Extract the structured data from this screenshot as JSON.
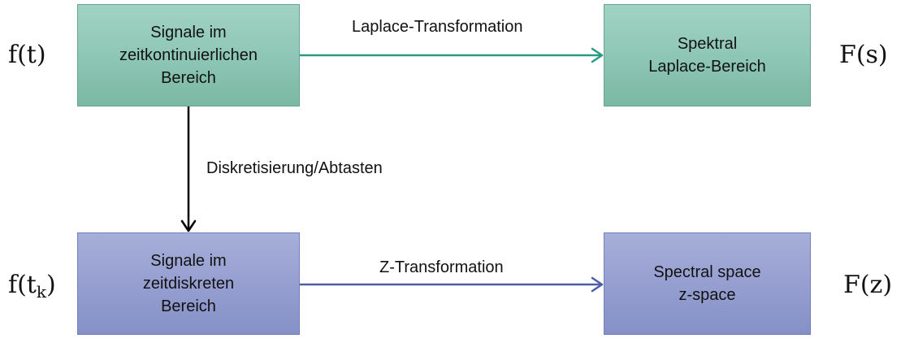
{
  "boxes": {
    "top_left": {
      "lines": [
        "Signale im",
        "zeitkontinuierlichen",
        "Bereich"
      ]
    },
    "top_right": {
      "lines": [
        "Spektral",
        "Laplace-Bereich"
      ]
    },
    "bottom_left": {
      "lines": [
        "Signale im",
        "zeitdiskreten",
        "Bereich"
      ]
    },
    "bottom_right": {
      "lines": [
        "Spectral space",
        "z-space"
      ]
    }
  },
  "edges": {
    "laplace": "Laplace-Transformation",
    "discretization": "Diskretisierung/Abtasten",
    "z": "Z-Transformation"
  },
  "math": {
    "f_t": "f(t)",
    "F_s": "F(s)",
    "f_tk_base": "f(t",
    "f_tk_sub": "k",
    "f_tk_close": ")",
    "F_z": "F(z)"
  },
  "colors": {
    "green_box": "#8fc7b6",
    "blue_box": "#969fd0",
    "laplace_arrow": "#2a9a86",
    "z_arrow": "#4a5ea6",
    "discretization_arrow": "#000000"
  }
}
